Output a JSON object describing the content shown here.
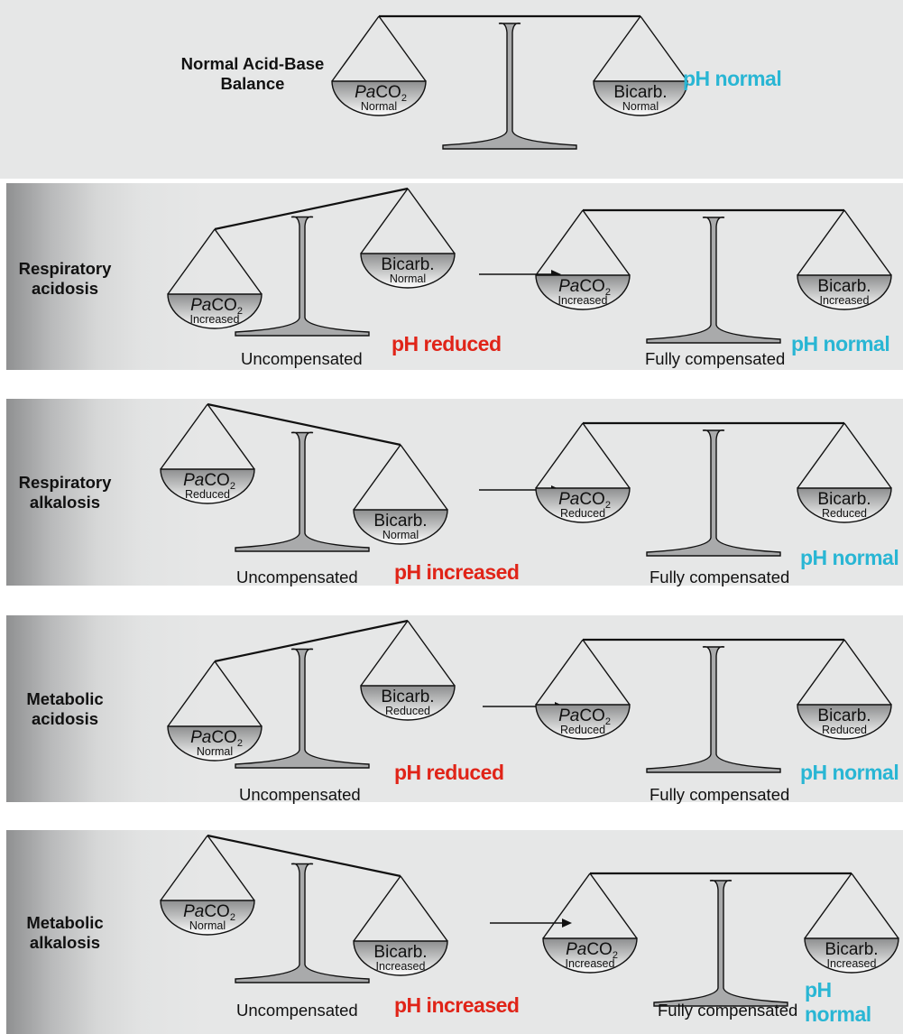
{
  "top": {
    "label_line1": "Normal Acid-Base",
    "label_line2": "Balance",
    "left_pan": {
      "title": "CO",
      "sub": "2",
      "note": "Normal"
    },
    "right_pan": {
      "title": "Bicarb.",
      "note": "Normal"
    },
    "ph": "pH normal"
  },
  "rows": [
    {
      "label_line1": "Respiratory",
      "label_line2": "acidosis",
      "uncompensated": {
        "left_note": "Increased",
        "right_title": "Bicarb.",
        "right_note": "Normal",
        "caption": "Uncompensated",
        "ph": "pH reduced"
      },
      "compensated": {
        "left_note": "Increased",
        "right_title": "Bicarb.",
        "right_note": "Increased",
        "caption": "Fully compensated",
        "ph": "pH normal"
      }
    },
    {
      "label_line1": "Respiratory",
      "label_line2": "alkalosis",
      "uncompensated": {
        "left_note": "Reduced",
        "right_title": "Bicarb.",
        "right_note": "Normal",
        "caption": "Uncompensated",
        "ph": "pH increased"
      },
      "compensated": {
        "left_note": "Reduced",
        "right_title": "Bicarb.",
        "right_note": "Reduced",
        "caption": "Fully compensated",
        "ph": "pH normal"
      }
    },
    {
      "label_line1": "Metabolic",
      "label_line2": "acidosis",
      "uncompensated": {
        "left_note": "Normal",
        "right_title": "Bicarb.",
        "right_note": "Reduced",
        "caption": "Uncompensated",
        "ph": "pH reduced"
      },
      "compensated": {
        "left_note": "Reduced",
        "right_title": "Bicarb.",
        "right_note": "Reduced",
        "caption": "Fully compensated",
        "ph": "pH normal"
      }
    },
    {
      "label_line1": "Metabolic",
      "label_line2": "alkalosis",
      "uncompensated": {
        "left_note": "Normal",
        "right_title": "Bicarb.",
        "right_note": "Increased",
        "caption": "Uncompensated",
        "ph": "pH increased"
      },
      "compensated": {
        "left_note": "Increased",
        "right_title": "Bicarb.",
        "right_note": "Increased",
        "caption": "Fully compensated",
        "ph": "pH normal"
      }
    }
  ],
  "colors": {
    "ph_normal": "#29b6d4",
    "ph_abnormal": "#e02418",
    "background": "#e6e7e7"
  }
}
